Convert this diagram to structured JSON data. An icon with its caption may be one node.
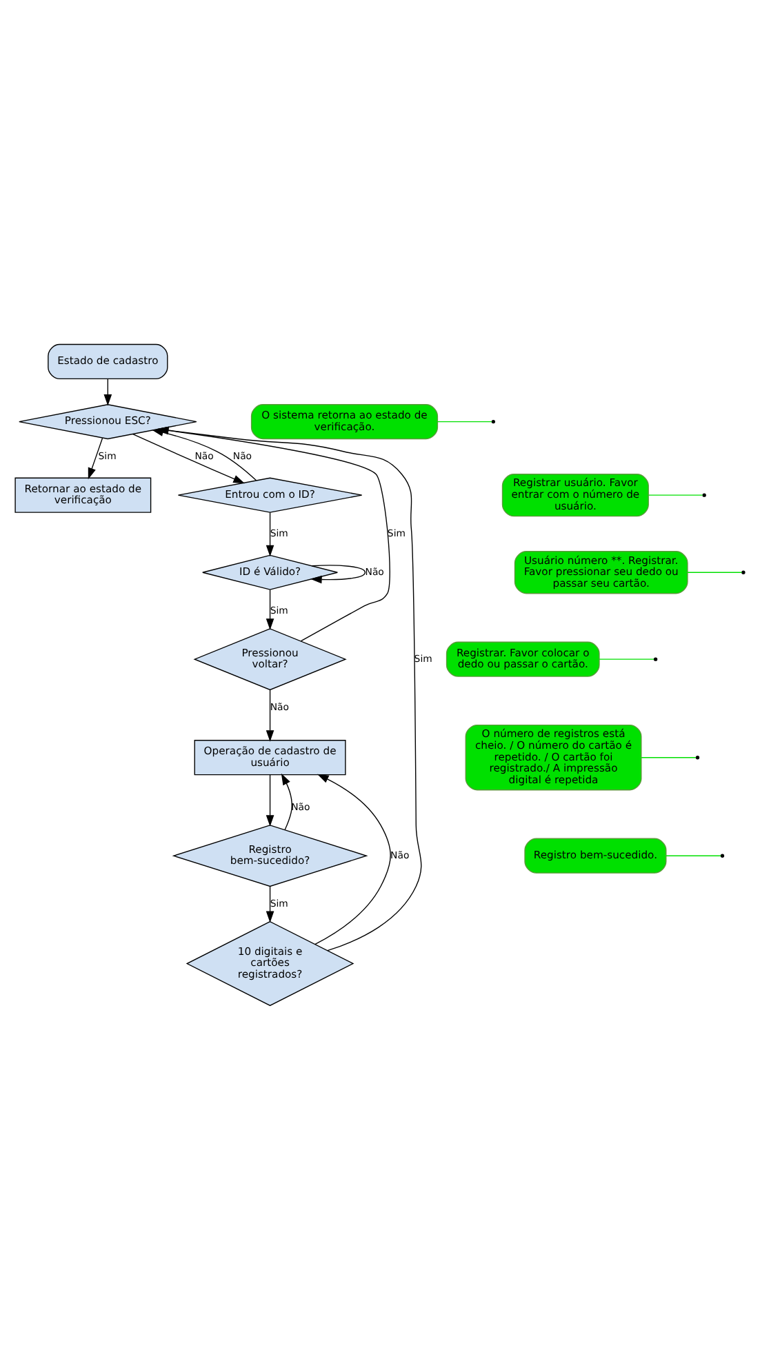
{
  "diagram": {
    "nodes": [
      {
        "text": [
          "Estado de cadastro"
        ]
      },
      {
        "text": [
          "Pressionou ESC?"
        ]
      },
      {
        "text": [
          "Retornar ao estado de verificação"
        ]
      },
      {
        "text": [
          "O sistema retorna ao estado de verificação."
        ]
      },
      {
        "text": [
          "Entrou com o ID?"
        ]
      },
      {
        "text": [
          "Registrar usuário. Favor entrar com o número de usuário."
        ]
      },
      {
        "text": [
          "ID é Válido?"
        ]
      },
      {
        "text": [
          "Usuário número **. Registrar. Favor pressionar seu dedo ou passar seu cartão."
        ]
      },
      {
        "text": [
          "Pressionou voltar?"
        ]
      },
      {
        "text": [
          "Registrar. Favor colocar o dedo ou passar o cartão."
        ]
      },
      {
        "text": [
          "Operação de cadastro de usuário"
        ]
      },
      {
        "text": [
          "O número de registros está cheio. / O número do cartão é repetido. / O cartão foi registrado./ A impressão digital é repetida"
        ]
      },
      {
        "text": [
          "Registro bem-sucedido?"
        ]
      },
      {
        "text": [
          "Registro bem-sucedido."
        ]
      },
      {
        "text": [
          "10 digitais e cartões registrados?"
        ]
      }
    ],
    "edges": [
      {
        "from": 0,
        "to": 1,
        "arrow": "to"
      },
      {
        "from": 1,
        "to": 2,
        "arrow": "to",
        "label": "Sim"
      },
      {
        "from": 1,
        "to": 4,
        "arrow": "to",
        "label": "Não"
      },
      {
        "from": 4,
        "to": 1,
        "arrow": "to",
        "label": "Não"
      },
      {
        "from": 4,
        "to": 6,
        "arrow": "to",
        "label": "Sim"
      },
      {
        "from": 6,
        "to": 6,
        "arrow": "to",
        "label": "Não"
      },
      {
        "from": 6,
        "to": 8,
        "arrow": "to",
        "label": "Sim"
      },
      {
        "from": 8,
        "to": 1,
        "arrow": "to",
        "label": "Sim"
      },
      {
        "from": 8,
        "to": 10,
        "arrow": "to",
        "label": "Não"
      },
      {
        "from": 10,
        "to": 12,
        "arrow": "to"
      },
      {
        "from": 12,
        "to": 10,
        "arrow": "to",
        "label": "Não"
      },
      {
        "from": 12,
        "to": 14,
        "arrow": "to",
        "label": "Sim"
      },
      {
        "from": 14,
        "to": 10,
        "arrow": "to",
        "label": "Não"
      },
      {
        "from": 14,
        "to": 1,
        "arrow": "to",
        "label": "Sim"
      },
      {
        "from": 3,
        "to": null,
        "arrow": "none",
        "color": "#00e000"
      },
      {
        "from": 5,
        "to": null,
        "arrow": "none",
        "color": "#00e000"
      },
      {
        "from": 7,
        "to": null,
        "arrow": "none",
        "color": "#00e000"
      },
      {
        "from": 9,
        "to": null,
        "arrow": "none",
        "color": "#00e000"
      },
      {
        "from": 11,
        "to": null,
        "arrow": "none",
        "color": "#00e000"
      },
      {
        "from": 13,
        "to": null,
        "arrow": "none",
        "color": "#00e000"
      }
    ]
  }
}
